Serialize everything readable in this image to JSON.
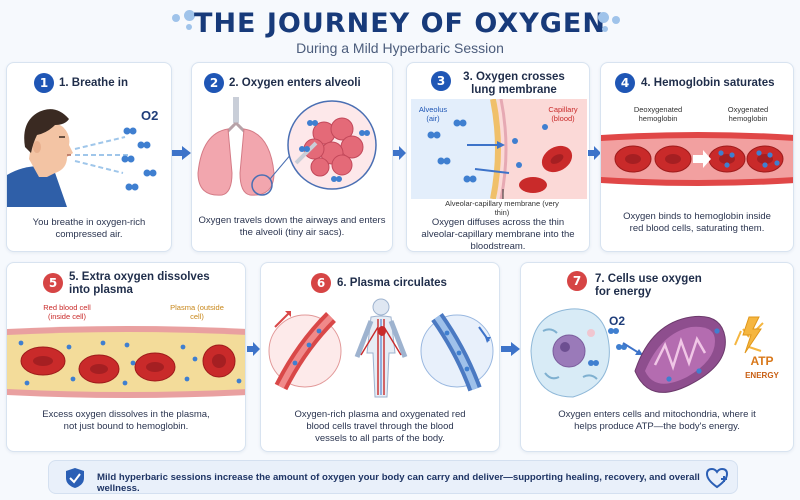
{
  "header": {
    "title": "THE JOURNEY OF OXYGEN",
    "subtitle": "During a Mild Hyperbaric Session"
  },
  "steps": [
    {
      "num": "1",
      "title": "1. Breathe in",
      "caption": "You breathe in oxygen-rich compressed air."
    },
    {
      "num": "2",
      "title": "2. Oxygen enters alveoli",
      "caption": "Oxygen travels down the airways and enters the alveoli (tiny air sacs)."
    },
    {
      "num": "3",
      "title": "3. Oxygen crosses lung membrane",
      "caption": "Oxygen diffuses across the thin alveolar-capillary membrane into the bloodstream."
    },
    {
      "num": "4",
      "title": "4. Hemoglobin saturates",
      "caption": "Oxygen binds to hemoglobin inside red blood cells, saturating them."
    },
    {
      "num": "5",
      "title": "5. Extra oxygen dissolves into plasma",
      "caption": "Excess oxygen dissolves in the plasma, not just bound to hemoglobin."
    },
    {
      "num": "6",
      "title": "6. Plasma circulates",
      "caption": "Oxygen-rich plasma and oxygenated red blood cells travel through the blood vessels to all parts of the body."
    },
    {
      "num": "7",
      "title": "7. Cells use oxygen for energy",
      "caption": "Oxygen enters cells and mitochondria, where it helps produce ATP—the body's energy."
    }
  ],
  "labels": {
    "o2": "O2",
    "alveolus": "Alveolus (air)",
    "capillary": "Capillary (blood)",
    "membrane": "Alveolar-capillary membrane (very thin)",
    "deoxygenated": "Deoxygenated hemoglobin",
    "oxygenated": "Oxygenated hemoglobin",
    "rbc": "Red blood cell (inside cell)",
    "plasma": "Plasma (outside cell)",
    "atp": "ATP",
    "energy": "ENERGY"
  },
  "footer": {
    "text": "Mild hyperbaric sessions increase the amount of oxygen your body can carry and deliver—supporting healing, recovery, and overall wellness."
  },
  "colors": {
    "title": "#173a7a",
    "badge_blue": "#1f56b5",
    "badge_red": "#d64545",
    "arrow": "#3d73c9",
    "red_cell": "#c92a2a",
    "oxygen": "#3f7fd0",
    "plasma": "#f3dc9a"
  }
}
